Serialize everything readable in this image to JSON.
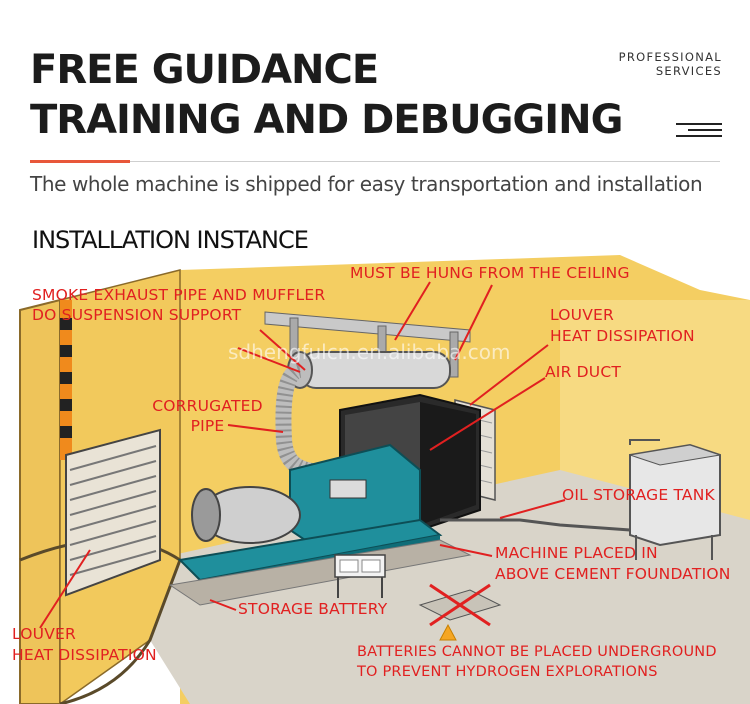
{
  "header": {
    "title_line1": "FREE GUIDANCE",
    "title_line2": "TRAINING AND DEBUGGING",
    "badge_line1": "PROFESSIONAL",
    "badge_line2": "SERVICES",
    "subtitle": "The whole machine is shipped for easy transportation and installation"
  },
  "section": {
    "heading": "INSTALLATION INSTANCE"
  },
  "diagram": {
    "labels": {
      "ceiling_line1": "MUST BE HUNG FROM THE CEILING",
      "smoke_line1": "SMOKE EXHAUST PIPE AND MUFFLER",
      "smoke_line2": "DO SUSPENSION SUPPORT",
      "louver_top_line1": "LOUVER",
      "louver_top_line2": "HEAT DISSIPATION",
      "air_duct": "AIR DUCT",
      "corrugated_line1": "CORRUGATED",
      "corrugated_line2": "PIPE",
      "oil_tank": "OIL STORAGE TANK",
      "machine_line1": "MACHINE PLACED IN",
      "machine_line2": "ABOVE CEMENT FOUNDATION",
      "battery": "STORAGE BATTERY",
      "louver_bottom_line1": "LOUVER",
      "louver_bottom_line2": "HEAT DISSIPATION",
      "warning_line1": "BATTERIES CANNOT BE PLACED UNDERGROUND",
      "warning_line2": "TO PREVENT HYDROGEN EXPLORATIONS"
    },
    "watermark": "sdhengfulcn.en.alibaba.com",
    "colors": {
      "wall": "#f4ce62",
      "floor": "#d9d4c9",
      "label": "#e12020",
      "generator": "#1f8f9c"
    }
  }
}
